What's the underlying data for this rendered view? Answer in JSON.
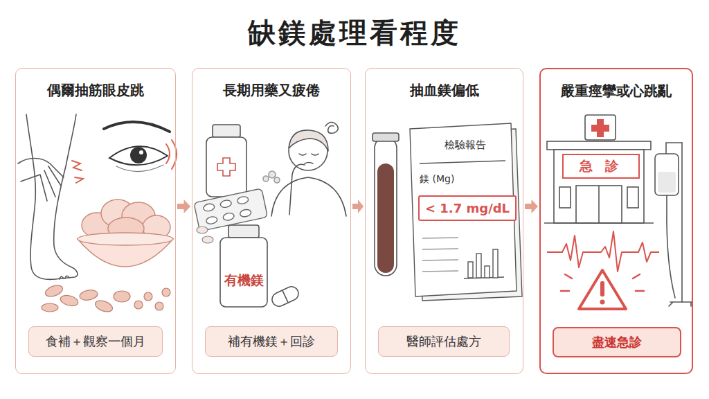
{
  "diagram": {
    "title": "缺鎂處理看程度",
    "nodes": [
      {
        "text": [
          "偶爾抽筋眼皮跳"
        ]
      },
      {
        "text": [
          "食補＋觀察一個月"
        ],
        "in": 0
      },
      {
        "text": [
          "長期用藥又疲倦"
        ]
      },
      {
        "text": [
          "補有機鎂＋回診"
        ],
        "in": 2
      },
      {
        "text": [
          "抽血鎂偏低"
        ]
      },
      {
        "text": [
          "醫師評估處方"
        ],
        "in": 4
      },
      {
        "text": [
          "嚴重痙攣或心跳亂"
        ]
      },
      {
        "text": [
          "盡速急診"
        ],
        "in": 6
      }
    ],
    "edges": [
      {
        "from": 0,
        "to": 2,
        "arrow": "to"
      },
      {
        "from": 2,
        "to": 4,
        "arrow": "to"
      },
      {
        "from": 4,
        "to": 6,
        "arrow": "to"
      }
    ],
    "labels": [
      "有機鎂",
      "檢驗報告",
      "鎂 (Mg)",
      "< 1.7 mg/dL",
      "急 診"
    ]
  }
}
